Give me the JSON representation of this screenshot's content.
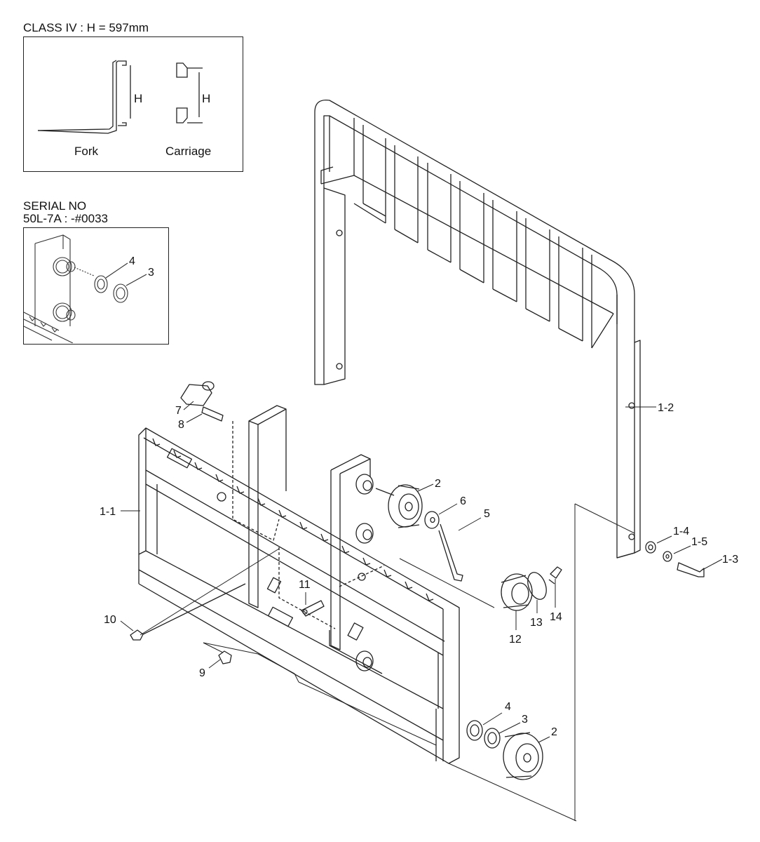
{
  "class_box": {
    "heading": "CLASS IV : H = 597mm",
    "fork_label": "Fork",
    "carriage_label": "Carriage",
    "h_label": "H"
  },
  "serial_box": {
    "heading_line1": "SERIAL NO",
    "heading_line2": "50L-7A : -#0033",
    "callout_4": "4",
    "callout_3": "3"
  },
  "callouts": {
    "c_1_1": "1-1",
    "c_1_2": "1-2",
    "c_1_3": "1-3",
    "c_1_4": "1-4",
    "c_1_5": "1-5",
    "c_2_upper": "2",
    "c_2_lower": "2",
    "c_3": "3",
    "c_4": "4",
    "c_5": "5",
    "c_6": "6",
    "c_7": "7",
    "c_8": "8",
    "c_9": "9",
    "c_10": "10",
    "c_11": "11",
    "c_12": "12",
    "c_13": "13",
    "c_14": "14"
  }
}
